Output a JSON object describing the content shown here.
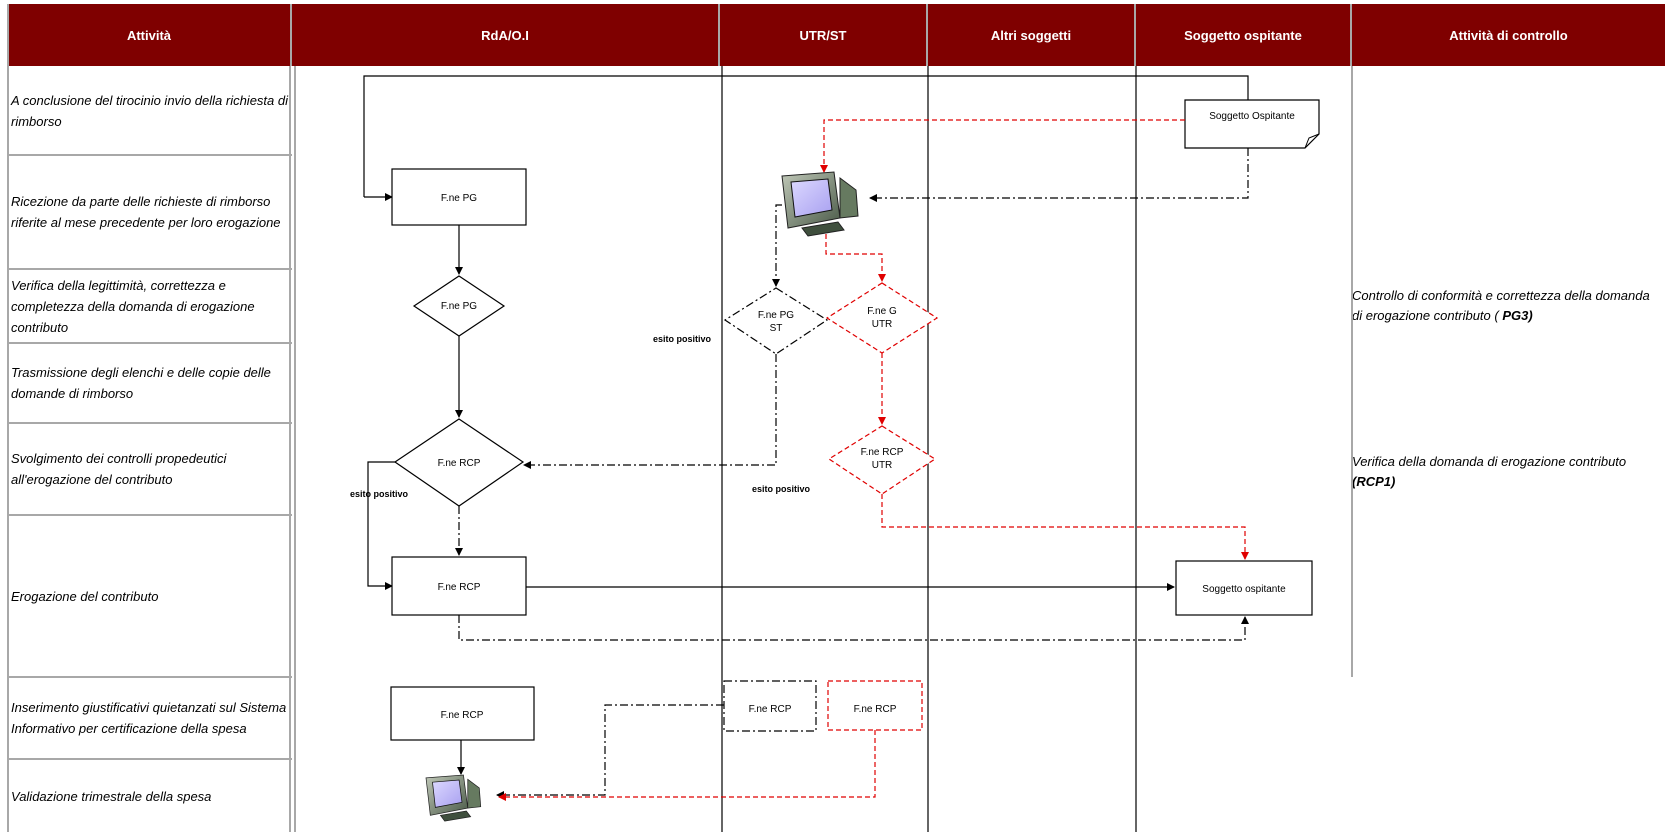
{
  "headers": [
    "Attività",
    "RdA/O.I",
    "UTR/ST",
    "Altri soggetti",
    "Soggetto ospitante",
    "Attività di controllo"
  ],
  "activities": [
    "A conclusione del tirocinio invio della richiesta di rimborso",
    "Ricezione da parte delle richieste di rimborso riferite al mese precedente per loro erogazione",
    "Verifica della legittimità, correttezza e completezza della domanda di erogazione contributo",
    "Trasmissione degli elenchi e delle copie delle domande di rimborso",
    "Svolgimento dei controlli propedeutici all'erogazione del contributo",
    "Erogazione del contributo",
    " Inserimento giustificativi quietanzati sul Sistema Informativo  per certificazione della spesa",
    "Validazione trimestrale della spesa"
  ],
  "controls": [
    {
      "text": "Controllo di conformità e correttezza della domanda di erogazione contributo ( ",
      "code": "PG3)"
    },
    {
      "text": "Verifica della domanda di erogazione contributo  ",
      "code": "(RCP1)"
    }
  ],
  "shapes": {
    "doc_top": "Soggetto Ospitante",
    "rect_pg": "F.ne PG",
    "diamond_pg": "F.ne PG",
    "diamond_pg_st": [
      "F.ne PG",
      "ST"
    ],
    "diamond_g_utr": [
      "F.ne G",
      "UTR"
    ],
    "diamond_rcp": "F.ne RCP",
    "diamond_rcp_utr": [
      "F.ne  RCP",
      "UTR"
    ],
    "rect_rcp": "F.ne RCP",
    "rect_soggetto": "Soggetto ospitante",
    "rect_rcp_bottom": "F.ne RCP",
    "rect_rcp_utr": "F.ne RCP",
    "rect_rcp_red": "F.ne RCP"
  },
  "labels": {
    "esito1": "esito positivo",
    "esito2": "esito positivo",
    "esito3": "esito positivo"
  },
  "icons": [
    "computer-monitor-icon",
    "computer-monitor-icon"
  ],
  "colors": {
    "header_bg": "#7f0000",
    "header_text": "#ffffff",
    "red_flow": "#e00000",
    "grid": "#a8a8a8"
  }
}
